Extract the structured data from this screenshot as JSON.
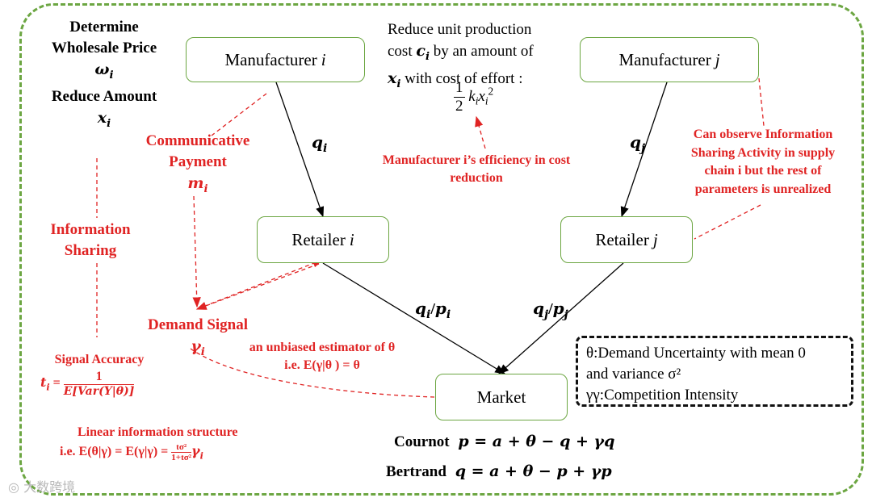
{
  "nodes": {
    "manufacturer_i": {
      "label": "Manufacturer",
      "sub": "i"
    },
    "manufacturer_j": {
      "label": "Manufacturer",
      "sub": "j"
    },
    "retailer_i": {
      "label": "Retailer",
      "sub": "i"
    },
    "retailer_j": {
      "label": "Retailer",
      "sub": "j"
    },
    "market": {
      "label": "Market"
    }
  },
  "decisions": {
    "line1": "Determine",
    "line2": "Wholesale Price",
    "wholesale_symbol": "ω",
    "line3": "Reduce Amount",
    "reduce_symbol": "x",
    "subscript": "i"
  },
  "cost_reduction": {
    "line1": "Reduce unit production",
    "line2_pre": "cost",
    "c_symbol": "c",
    "line2_post": "by an amount of",
    "x_symbol": "x",
    "line3_post": "with cost of effort :",
    "formula_frac_num": "1",
    "formula_frac_den": "2",
    "formula_rest": "k",
    "formula_x": "x",
    "formula_exp": "2",
    "subscript": "i"
  },
  "flows": {
    "q_i": "q",
    "q_j": "q",
    "qp_i": "q",
    "qp_j": "q",
    "p": "p",
    "slash": "/",
    "sub_i": "i",
    "sub_j": "j"
  },
  "annotations": {
    "communicative_payment_1": "Communicative",
    "communicative_payment_2": "Payment",
    "m_symbol": "m",
    "efficiency_1": "Manufacturer i’s efficiency in cost",
    "efficiency_2": "reduction",
    "observe_1": "Can observe Information",
    "observe_2": "Sharing Activity in supply",
    "observe_3": "chain i but the rest of",
    "observe_4": "parameters is unrealized",
    "info_sharing_1": "Information",
    "info_sharing_2": "Sharing",
    "demand_signal": "Demand Signal",
    "gamma_symbol": "γ",
    "unbiased_1": "an unbiased estimator of θ",
    "unbiased_2": "i.e. E(γ|θ ) = θ",
    "signal_accuracy": "Signal Accuracy",
    "signal_t": "t",
    "signal_num": "1",
    "signal_den": "E[Var(Υ|θ)]",
    "linear_title": "Linear information structure",
    "linear_formula": "i.e. E(θ|γ) = E(γ|γ) =",
    "linear_frac_num": "tσ²",
    "linear_frac_den": "1+tσ²",
    "linear_tail": "γ"
  },
  "equations": {
    "cournot_label": "Cournot",
    "cournot_eq": "p = a + θ − q + γq",
    "bertrand_label": "Bertrand",
    "bertrand_eq": "q = a + θ − p + γp"
  },
  "legend": {
    "line1": "θ:Demand Uncertainty with mean 0",
    "line2": "and variance σ²",
    "line3": "γγ:Competition Intensity"
  },
  "watermark": "大数跨境",
  "colors": {
    "green_border": "#6ca642",
    "red_annotation": "#e02424",
    "black": "#000000"
  }
}
